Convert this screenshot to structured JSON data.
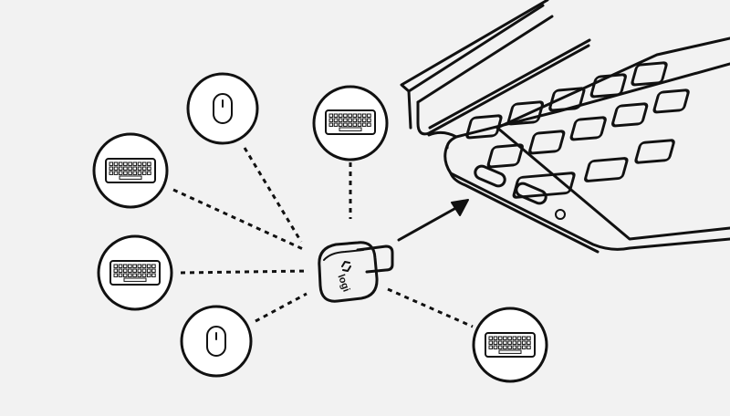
{
  "diagram": {
    "receiver": {
      "brand_text": "logi"
    },
    "devices": [
      {
        "kind": "mouse",
        "icon": "mouse-icon"
      },
      {
        "kind": "keyboard",
        "icon": "keyboard-icon"
      },
      {
        "kind": "keyboard",
        "icon": "keyboard-icon"
      },
      {
        "kind": "keyboard",
        "icon": "keyboard-icon"
      },
      {
        "kind": "mouse",
        "icon": "mouse-icon"
      },
      {
        "kind": "keyboard",
        "icon": "keyboard-icon"
      }
    ],
    "target": {
      "kind": "laptop",
      "icon": "laptop-icon"
    },
    "colors": {
      "stroke": "#111111",
      "background": "#f2f2f2",
      "fill": "#ffffff"
    }
  }
}
